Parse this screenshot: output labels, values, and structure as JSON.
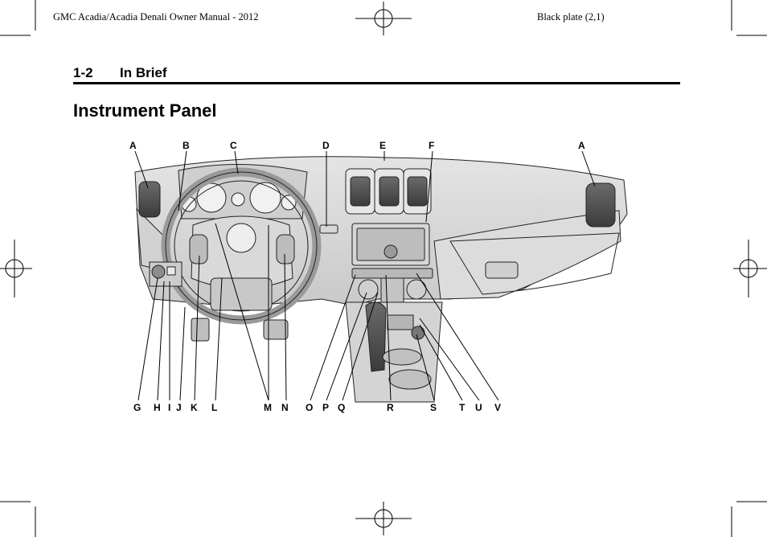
{
  "running_head": {
    "left": "GMC Acadia/Acadia Denali Owner Manual - 2012",
    "right": "Black plate (2,1)"
  },
  "section": {
    "number": "1-2",
    "title": "In Brief"
  },
  "page_title": "Instrument Panel",
  "callouts": {
    "top": [
      "A",
      "B",
      "C",
      "D",
      "E",
      "F",
      "A"
    ],
    "bottom": [
      "G",
      "H",
      "I",
      "J",
      "K",
      "L",
      "M",
      "N",
      "O",
      "P",
      "Q",
      "R",
      "S",
      "T",
      "U",
      "V"
    ]
  }
}
